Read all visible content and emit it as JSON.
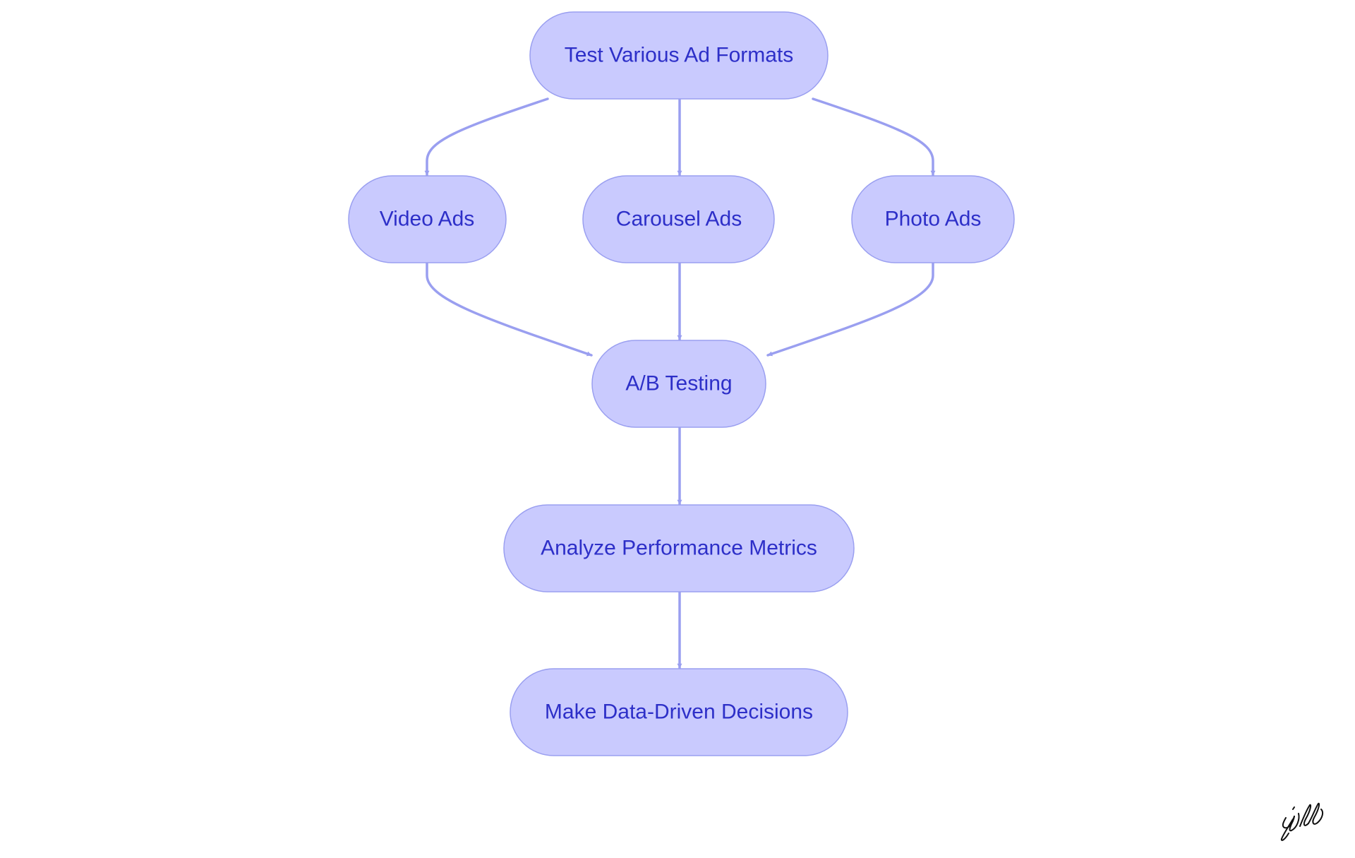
{
  "colors": {
    "background": "#ffffff",
    "node_fill": "#c9cafe",
    "node_border": "#9a9ff0",
    "node_text": "#2d2fc8",
    "edge": "#9a9ff0",
    "signature": "#111111"
  },
  "nodes": {
    "test_formats": "Test Various Ad Formats",
    "video_ads": "Video Ads",
    "carousel_ads": "Carousel Ads",
    "photo_ads": "Photo Ads",
    "ab_testing": "A/B Testing",
    "analyze_metrics": "Analyze Performance Metrics",
    "decisions": "Make Data-Driven Decisions"
  },
  "edges": [
    {
      "from": "test_formats",
      "to": "video_ads"
    },
    {
      "from": "test_formats",
      "to": "carousel_ads"
    },
    {
      "from": "test_formats",
      "to": "photo_ads"
    },
    {
      "from": "video_ads",
      "to": "ab_testing"
    },
    {
      "from": "carousel_ads",
      "to": "ab_testing"
    },
    {
      "from": "photo_ads",
      "to": "ab_testing"
    },
    {
      "from": "ab_testing",
      "to": "analyze_metrics"
    },
    {
      "from": "analyze_metrics",
      "to": "decisions"
    }
  ],
  "signature_icon": "handwritten-signature-icon"
}
